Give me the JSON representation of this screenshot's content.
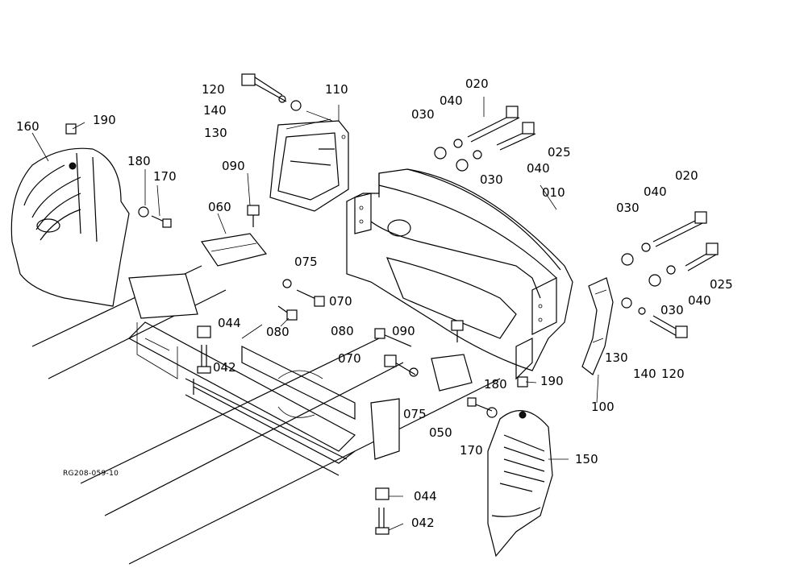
{
  "diagram": {
    "reference_code": "RG208-059-10",
    "labels": {
      "l010": "010",
      "l020a": "020",
      "l020b": "020",
      "l025a": "025",
      "l025b": "025",
      "l030a": "030",
      "l030b": "030",
      "l030c": "030",
      "l030d": "030",
      "l040a": "040",
      "l040b": "040",
      "l040c": "040",
      "l040d": "040",
      "l042a": "042",
      "l042b": "042",
      "l044a": "044",
      "l044b": "044",
      "l050": "050",
      "l060": "060",
      "l070a": "070",
      "l070b": "070",
      "l075a": "075",
      "l075b": "075",
      "l080a": "080",
      "l080b": "080",
      "l090a": "090",
      "l090b": "090",
      "l100": "100",
      "l110": "110",
      "l120a": "120",
      "l120b": "120",
      "l130a": "130",
      "l130b": "130",
      "l140a": "140",
      "l140b": "140",
      "l150": "150",
      "l160": "160",
      "l170a": "170",
      "l170b": "170",
      "l180a": "180",
      "l180b": "180",
      "l190a": "190",
      "l190b": "190"
    }
  }
}
